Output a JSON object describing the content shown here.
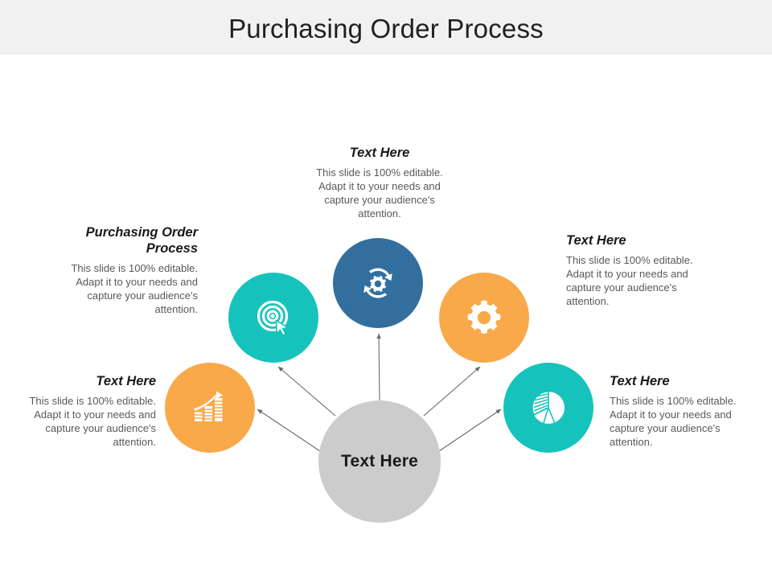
{
  "header": {
    "title": "Purchasing Order Process",
    "band_color": "#f1f1f1",
    "title_color": "#231f20"
  },
  "palette": {
    "blue": "#336f9e",
    "teal": "#16c3bc",
    "orange": "#f9a949",
    "gray_center": "#cccccc",
    "arrow": "#6b6b6b",
    "body_text": "#59595b",
    "heading_text": "#1a1a1a"
  },
  "diagram": {
    "type": "radial-hub-and-spoke",
    "center": {
      "label": "Text Here",
      "color": "#cccccc",
      "shape": "circle"
    },
    "nodes": [
      {
        "id": "top",
        "icon": "sync-gear-icon",
        "color": "#336f9e",
        "heading": "Text Here",
        "body": "This slide is 100% editable. Adapt it to your needs and capture your audience's attention.",
        "align": "center"
      },
      {
        "id": "upper-left",
        "icon": "target-cursor-icon",
        "color": "#16c3bc",
        "heading": "Purchasing Order Process",
        "body": "This slide is 100% editable. Adapt it to your needs and capture your audience's attention.",
        "align": "right"
      },
      {
        "id": "upper-right",
        "icon": "gear-icon",
        "color": "#f9a949",
        "heading": "Text Here",
        "body": "This slide is 100% editable. Adapt it to your needs and capture your audience's attention.",
        "align": "left"
      },
      {
        "id": "lower-left",
        "icon": "bar-chart-growth-icon",
        "color": "#f9a949",
        "heading": "Text Here",
        "body": "This slide is 100% editable. Adapt it to your needs and capture your audience's attention.",
        "align": "right"
      },
      {
        "id": "lower-right",
        "icon": "pie-chart-icon",
        "color": "#16c3bc",
        "heading": "Text Here",
        "body": "This slide is 100% editable. Adapt it to your needs and capture your audience's attention.",
        "align": "left"
      }
    ]
  }
}
